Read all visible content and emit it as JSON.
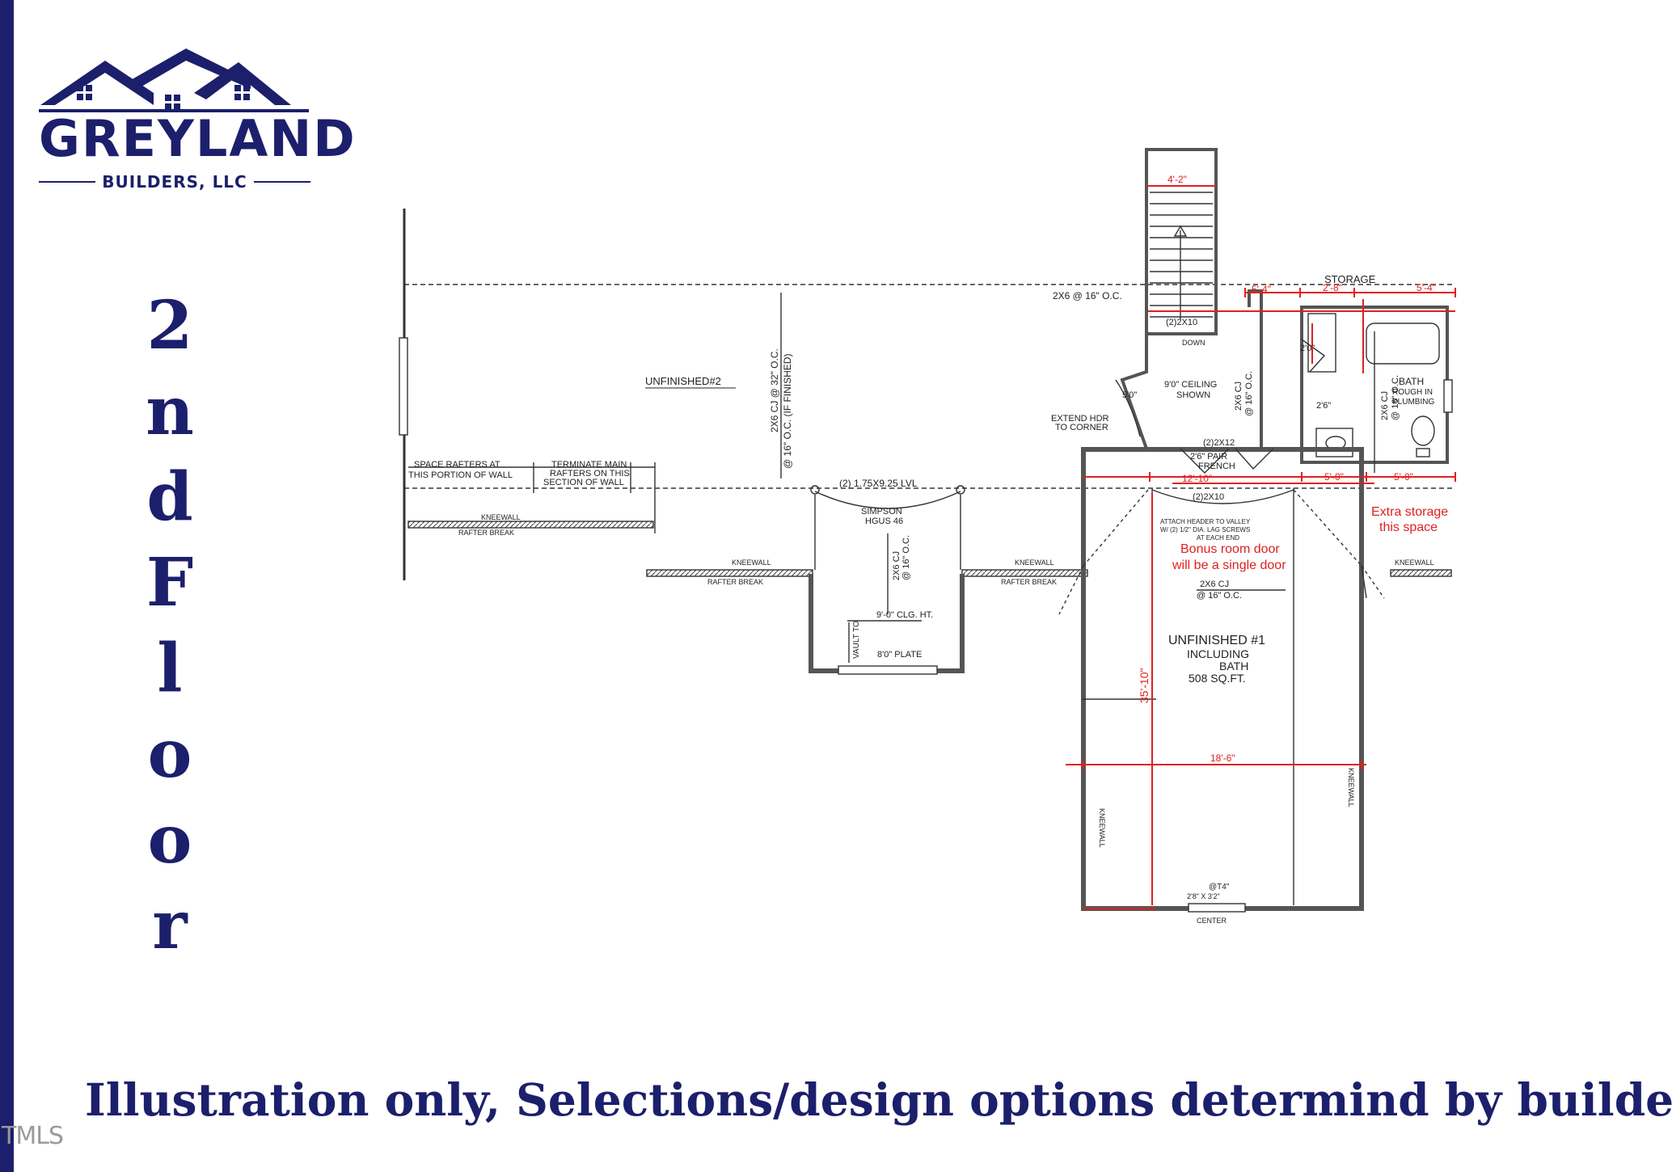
{
  "brand": {
    "name": "GREYLAND",
    "sub": "BUILDERS, LLC",
    "color": "#1c1f6b"
  },
  "floor_title": [
    "2",
    "n",
    "d",
    "F",
    "l",
    "o",
    "o",
    "r"
  ],
  "caption": "Illustration only, Selections/design options determind by builder",
  "watermark": "TMLS",
  "plan": {
    "labels": {
      "unfinished2": "UNFINISHED#2",
      "storage": "STORAGE",
      "joists_top": "2X6 @ 16\" O.C.",
      "cj_vert1": "2X6 CJ @ 32\" O.C.",
      "cj_vert2": "@ 16\" O.C. (IF FINISHED)",
      "space_rafters_1": "SPACE RAFTERS AT",
      "space_rafters_2": "THIS PORTION OF WALL",
      "terminate_1": "TERMINATE MAIN",
      "terminate_2": "RAFTERS ON THIS",
      "terminate_3": "SECTION OF WALL",
      "kneewall": "KNEEWALL",
      "rafter_break": "RAFTER BREAK",
      "lvl": "(2) 1.75X9.25 LVL",
      "simpson_1": "SIMPSON",
      "simpson_2": "HGUS 46",
      "clg_ht": "9'-0\" CLG. HT.",
      "vault": "VAULT TO",
      "plate": "8'0\" PLATE",
      "ceiling_1": "9'0\" CEILING",
      "ceiling_2": "SHOWN",
      "extend_1": "EXTEND HDR",
      "extend_2": "TO CORNER",
      "header_2x10_a": "(2)2X10",
      "header_2x12": "(2)2X12",
      "header_2x10_b": "(2)2X10",
      "pair_french_1": "2'6\" PAIR",
      "pair_french_2": "FRENCH",
      "bath_1": "BATH",
      "bath_2": "ROUGH IN",
      "bath_3": "PLUMBING",
      "attach_1": "ATTACH HEADER TO VALLEY",
      "attach_2": "W/ (2) 1/2\" DIA. LAG SCREWS",
      "attach_3": "AT EACH END",
      "bonus_note_1": "Bonus room door",
      "bonus_note_2": "will be a single door",
      "extra_storage_1": "Extra storage",
      "extra_storage_2": "this space",
      "cj_mid_1": "2X6 CJ",
      "cj_mid_2": "@ 16\" O.C.",
      "room_1": "UNFINISHED #1",
      "room_2": "INCLUDING",
      "room_3": "BATH",
      "room_4": "508 SQ.FT.",
      "dim_width": "18'-6\"",
      "dim_length": "35'-10\"",
      "dim_stair": "4'-2\"",
      "dim_a": "5'-4\"",
      "dim_b": "2'-8\"",
      "dim_c": "5'-4\"",
      "dim_d": "12'-10\"",
      "dim_e": "5'-0\"",
      "dim_f": "5'-0\"",
      "dim_g": "2'0\"",
      "dim_h": "2'6\"",
      "dim_i": "5'0\"",
      "window": "@T4\"",
      "window_2": "2'8\" X 3'2\"",
      "center": "CENTER",
      "dormer": "DOWN",
      "cj_small": "2X6 CJ",
      "oc_small": "@ 16\" O.C."
    }
  }
}
